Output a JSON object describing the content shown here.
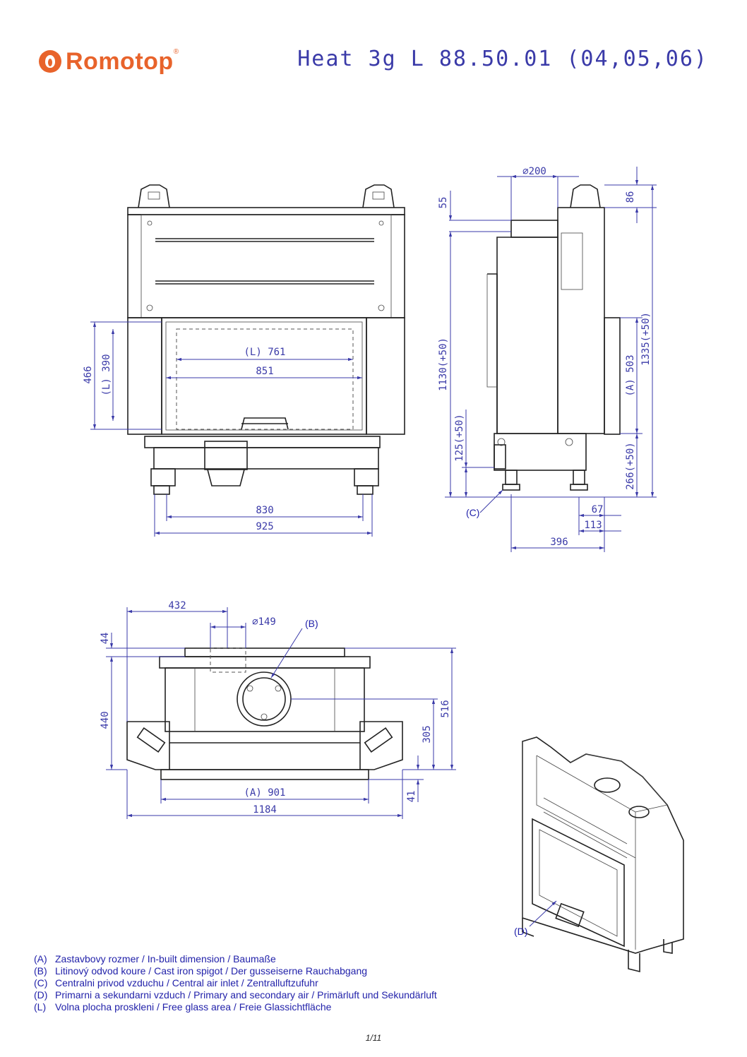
{
  "brand": {
    "name": "Romotop",
    "registered": "®"
  },
  "title": "Heat 3g L 88.50.01 (04,05,06)",
  "front_view": {
    "dims": {
      "glass_width": "(L) 761",
      "inner_width": "851",
      "glass_height": "(L) 390",
      "opening_height": "466",
      "feet_span": "830",
      "base_width": "925"
    }
  },
  "side_view": {
    "dims": {
      "flue_diameter": "⌀200",
      "flue_offset": "55",
      "top_height": "86",
      "outlet_height": "1130(+50)",
      "total_height": "1335(+50)",
      "inlet_height": "125(+50)",
      "builtin_height": "(A) 503",
      "bottom_height": "266(+50)",
      "depth_67": "67",
      "depth_113": "113",
      "depth_total": "396"
    },
    "callout": "(C)"
  },
  "top_view": {
    "dims": {
      "offset_432": "432",
      "spigot_diameter": "⌀149",
      "depth_44": "44",
      "depth_440": "440",
      "depth_305": "305",
      "depth_516": "516",
      "depth_41": "41",
      "builtin_width": "(A) 901",
      "total_width": "1184"
    },
    "callout": "(B)"
  },
  "iso_view": {
    "callout": "(D)"
  },
  "legend": [
    {
      "key": "(A)",
      "text": "Zastavbovy rozmer / In-built dimension / Baumaße"
    },
    {
      "key": "(B)",
      "text": "Litinový odvod koure / Cast iron spigot / Der gusseiserne Rauchabgang"
    },
    {
      "key": "(C)",
      "text": "Centralni privod vzduchu / Central air inlet / Zentralluftzufuhr"
    },
    {
      "key": "(D)",
      "text": "Primarni a sekundarni vzduch / Primary and secondary air / Primärluft und Sekundärluft"
    },
    {
      "key": "(L)",
      "text": "Volna plocha proskleni / Free glass area / Freie Glassichtfläche"
    }
  ],
  "page": "1/11",
  "colors": {
    "brand": "#e8632b",
    "dimension": "#3a3aa8",
    "legend": "#2222aa"
  }
}
